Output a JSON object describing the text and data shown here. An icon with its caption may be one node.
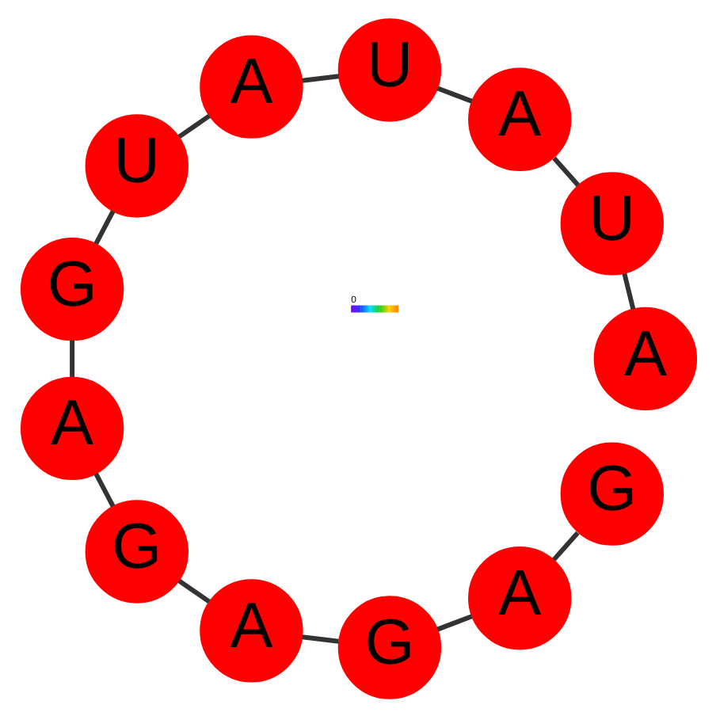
{
  "diagram": {
    "nodes": [
      {
        "text": [
          "G"
        ]
      },
      {
        "text": [
          "A"
        ]
      },
      {
        "text": [
          "G"
        ]
      },
      {
        "text": [
          "A"
        ]
      },
      {
        "text": [
          "G"
        ]
      },
      {
        "text": [
          "A"
        ]
      },
      {
        "text": [
          "G"
        ]
      },
      {
        "text": [
          "U"
        ]
      },
      {
        "text": [
          "A"
        ]
      },
      {
        "text": [
          "U"
        ]
      },
      {
        "text": [
          "A"
        ]
      },
      {
        "text": [
          "U"
        ]
      },
      {
        "text": [
          "A"
        ]
      }
    ],
    "edges": [
      {
        "from": 0,
        "to": 1,
        "arrow": "none"
      },
      {
        "from": 1,
        "to": 2,
        "arrow": "none"
      },
      {
        "from": 2,
        "to": 3,
        "arrow": "none"
      },
      {
        "from": 3,
        "to": 4,
        "arrow": "none"
      },
      {
        "from": 4,
        "to": 5,
        "arrow": "none"
      },
      {
        "from": 5,
        "to": 6,
        "arrow": "none"
      },
      {
        "from": 6,
        "to": 7,
        "arrow": "none"
      },
      {
        "from": 7,
        "to": 8,
        "arrow": "none"
      },
      {
        "from": 8,
        "to": 9,
        "arrow": "none"
      },
      {
        "from": 9,
        "to": 10,
        "arrow": "none"
      },
      {
        "from": 10,
        "to": 11,
        "arrow": "none"
      },
      {
        "from": 11,
        "to": 12,
        "arrow": "none"
      }
    ],
    "labels": [
      "0"
    ]
  }
}
